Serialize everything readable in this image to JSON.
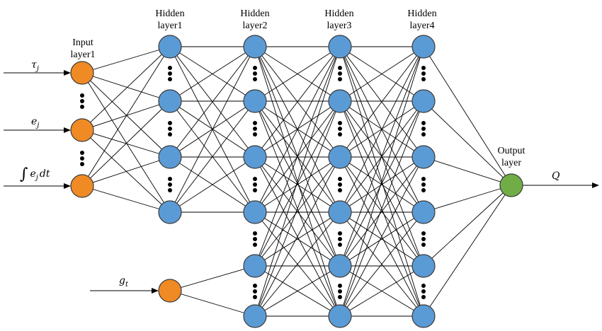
{
  "layers": {
    "input": {
      "title_line1": "Input",
      "title_line2": "layer1",
      "color": "#f08a24"
    },
    "hidden1": {
      "title_line1": "Hidden",
      "title_line2": "layer1",
      "color": "#5b9bd5"
    },
    "hidden2": {
      "title_line1": "Hidden",
      "title_line2": "layer2",
      "color": "#5b9bd5"
    },
    "hidden3": {
      "title_line1": "Hidden",
      "title_line2": "layer3",
      "color": "#5b9bd5"
    },
    "hidden4": {
      "title_line1": "Hidden",
      "title_line2": "layer4",
      "color": "#5b9bd5"
    },
    "output": {
      "title_line1": "Output",
      "title_line2": "layer",
      "color": "#70ad47"
    },
    "extra_input": {
      "color": "#f08a24"
    }
  },
  "inputs": {
    "tau": {
      "base": "τ",
      "sub": "j"
    },
    "e": {
      "base": "e",
      "sub": "j"
    },
    "integral": {
      "symbol": "∫",
      "base": "e",
      "sub": "j",
      "suffix": "dt"
    },
    "g": {
      "base": "g",
      "sub": "t"
    }
  },
  "output_label": "Q"
}
